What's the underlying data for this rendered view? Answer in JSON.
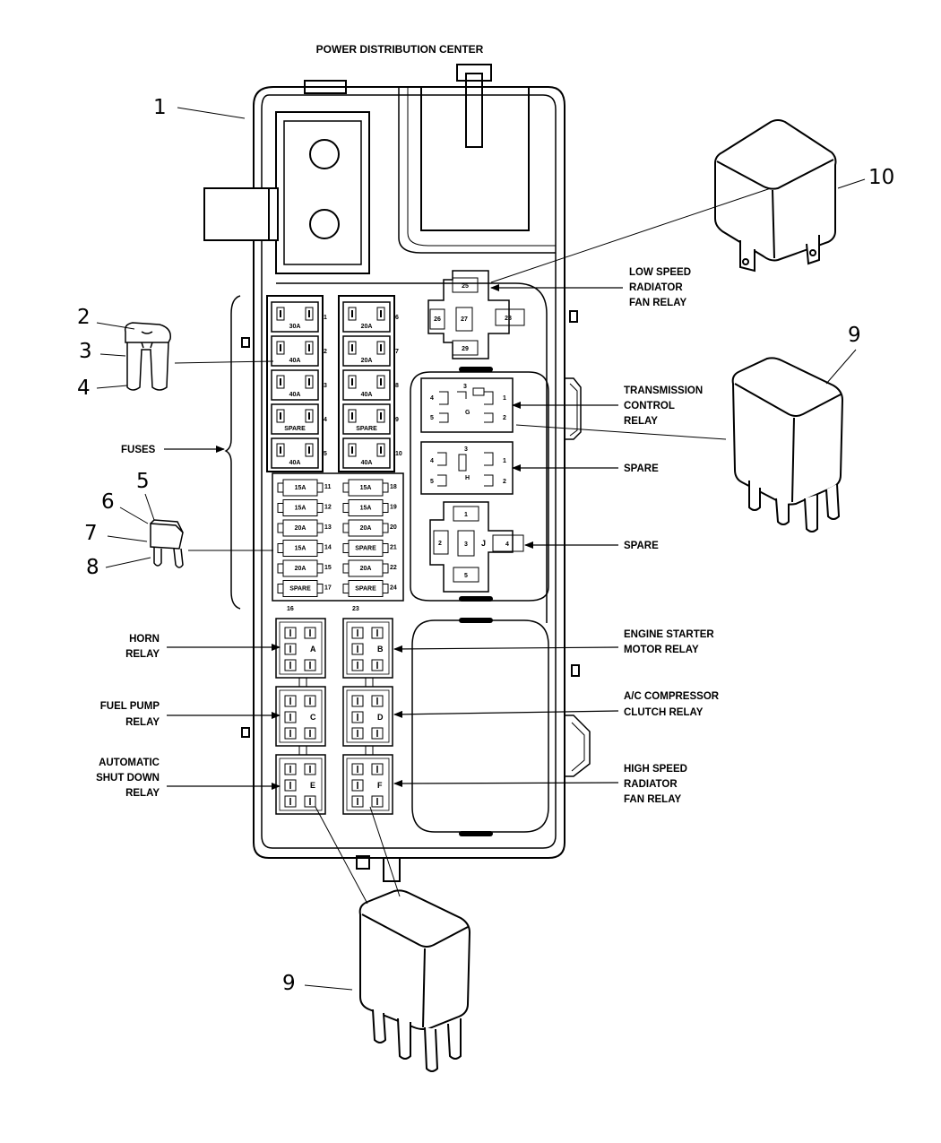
{
  "title": "POWER DISTRIBUTION CENTER",
  "callouts": {
    "c1": "1",
    "c2": "2",
    "c3": "3",
    "c4": "4",
    "c5": "5",
    "c6": "6",
    "c7": "7",
    "c8": "8",
    "c9a": "9",
    "c9b": "9",
    "c10": "10"
  },
  "labels": {
    "fuses": "FUSES",
    "low_speed_fan_relay": [
      "LOW SPEED",
      "RADIATOR",
      "FAN RELAY"
    ],
    "transmission_control_relay": [
      "TRANSMISSION",
      "CONTROL",
      "RELAY"
    ],
    "spare_1": "SPARE",
    "spare_2": "SPARE",
    "horn_relay": [
      "HORN",
      "RELAY"
    ],
    "engine_starter_motor_relay": [
      "ENGINE STARTER",
      "MOTOR RELAY"
    ],
    "fuel_pump_relay": [
      "FUEL PUMP",
      "RELAY"
    ],
    "ac_compressor_clutch_relay": [
      "A/C COMPRESSOR",
      "CLUTCH RELAY"
    ],
    "automatic_shut_down_relay": [
      "AUTOMATIC",
      "SHUT DOWN",
      "RELAY"
    ],
    "high_speed_fan_relay": [
      "HIGH SPEED",
      "RADIATOR",
      "FAN RELAY"
    ]
  },
  "maxi_fuses": [
    {
      "num": "1",
      "rating": "30A"
    },
    {
      "num": "2",
      "rating": "40A"
    },
    {
      "num": "3",
      "rating": "40A"
    },
    {
      "num": "4",
      "rating": "SPARE"
    },
    {
      "num": "5",
      "rating": "40A"
    },
    {
      "num": "6",
      "rating": "20A"
    },
    {
      "num": "7",
      "rating": "20A"
    },
    {
      "num": "8",
      "rating": "40A"
    },
    {
      "num": "9",
      "rating": "SPARE"
    },
    {
      "num": "10",
      "rating": "40A"
    }
  ],
  "mini_fuses": [
    {
      "num": "11",
      "rating": "15A"
    },
    {
      "num": "12",
      "rating": "15A"
    },
    {
      "num": "13",
      "rating": "20A"
    },
    {
      "num": "14",
      "rating": "15A"
    },
    {
      "num": "15",
      "rating": "20A"
    },
    {
      "num": "16",
      "rating": ""
    },
    {
      "num": "17",
      "rating": "SPARE"
    },
    {
      "num": "18",
      "rating": "15A"
    },
    {
      "num": "19",
      "rating": "15A"
    },
    {
      "num": "20",
      "rating": "20A"
    },
    {
      "num": "21",
      "rating": "SPARE"
    },
    {
      "num": "22",
      "rating": "20A"
    },
    {
      "num": "23",
      "rating": ""
    },
    {
      "num": "24",
      "rating": "SPARE"
    }
  ],
  "relay_letters": [
    "A",
    "B",
    "C",
    "D",
    "E",
    "F"
  ],
  "relay_g": {
    "letter": "G",
    "pins": [
      "1",
      "2",
      "3",
      "4",
      "5"
    ]
  },
  "relay_h": {
    "letter": "H",
    "pins": [
      "1",
      "2",
      "3",
      "4",
      "5"
    ]
  },
  "relay_j": {
    "letter": "J",
    "pins": [
      "1",
      "2",
      "3",
      "4",
      "5"
    ]
  },
  "socket_low_fan": {
    "pins": [
      "25",
      "26",
      "27",
      "28",
      "29"
    ]
  }
}
